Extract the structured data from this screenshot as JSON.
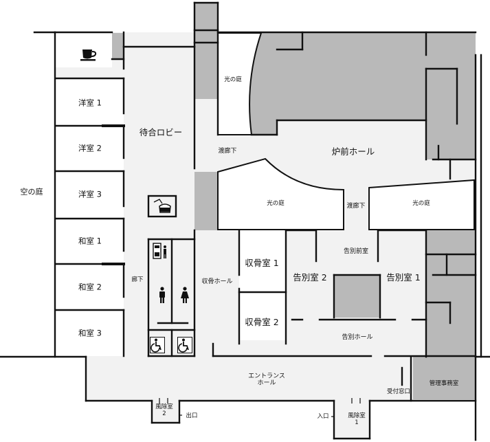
{
  "labels": {
    "sky_garden": "空の庭",
    "western_1": "洋室 1",
    "western_2": "洋室 2",
    "western_3": "洋室 3",
    "japanese_1": "和室 1",
    "japanese_2": "和室 2",
    "japanese_3": "和室 3",
    "waiting_lobby": "待合ロビー",
    "corridor_left": "廊下",
    "light_garden_top": "光の庭",
    "watari_corridor_1": "渡廊下",
    "furnace_hall": "炉前ホール",
    "light_garden_center": "光の庭",
    "watari_corridor_2": "渡廊下",
    "light_garden_right": "光の庭",
    "ash_hall": "収骨ホール",
    "ash_room_1": "収骨室 1",
    "ash_room_2": "収骨室 2",
    "farewell_front": "告別前室",
    "farewell_2": "告別室 2",
    "farewell_1": "告別室 1",
    "farewell_hall": "告別ホール",
    "entrance_hall_line1": "エントランス",
    "entrance_hall_line2": "ホール",
    "reception_window": "受付窓口",
    "management_office": "管理事務室",
    "vestibule_2_line1": "風除室",
    "vestibule_2_line2": "2",
    "exit": "出口",
    "entrance": "入口",
    "vestibule_1_line1": "風除室",
    "vestibule_1_line2": "1"
  },
  "icons": {
    "cafe": "coffee-cup-icon",
    "kitchen": "kettle-icon",
    "vending": "vending-machine-icon",
    "toilet_men": "male-toilet-icon",
    "toilet_women": "female-toilet-icon",
    "accessible_1": "wheelchair-icon",
    "accessible_2": "wheelchair-icon"
  },
  "colors": {
    "floor": "#f2f2f2",
    "structure": "#b9b9b9",
    "wall": "#111111",
    "room": "#ffffff",
    "office": "#b9b9b9"
  }
}
